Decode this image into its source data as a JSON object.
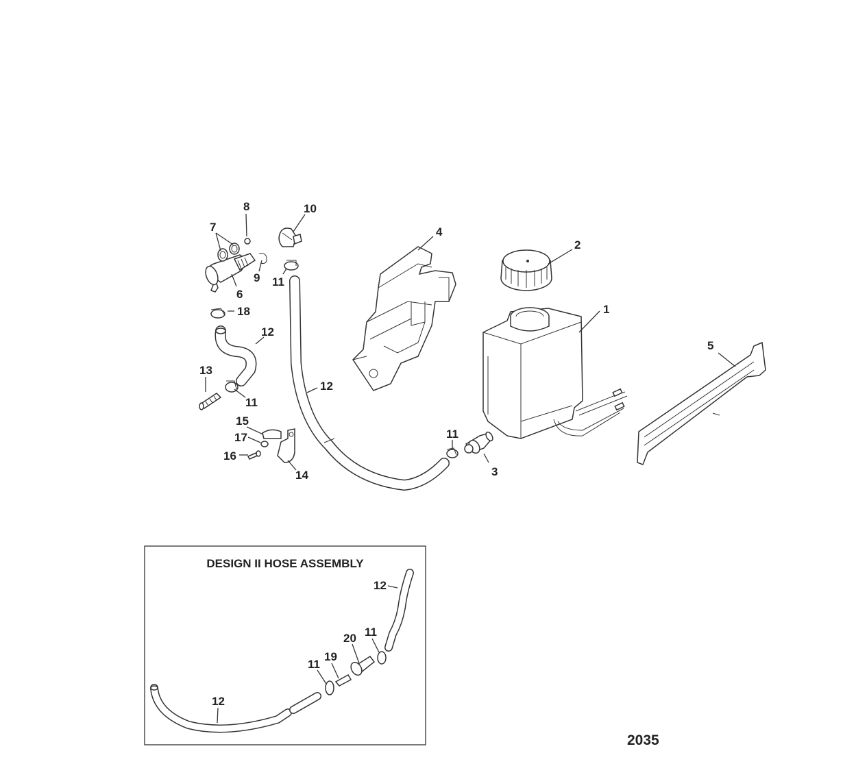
{
  "callouts": {
    "p1": "1",
    "p2": "2",
    "p3": "3",
    "p4": "4",
    "p5": "5",
    "p6": "6",
    "p7": "7",
    "p8": "8",
    "p9": "9",
    "p10": "10",
    "p11a": "11",
    "p11b": "11",
    "p11c": "11",
    "p12a": "12",
    "p12b": "12",
    "p13": "13",
    "p14": "14",
    "p15": "15",
    "p16": "16",
    "p17": "17",
    "p18": "18"
  },
  "inset": {
    "title": "DESIGN II HOSE ASSEMBLY",
    "callouts": {
      "p12top": "12",
      "p11right": "11",
      "p20": "20",
      "p19": "19",
      "p11left": "11",
      "p12bottom": "12"
    }
  },
  "figure_number": "2035"
}
